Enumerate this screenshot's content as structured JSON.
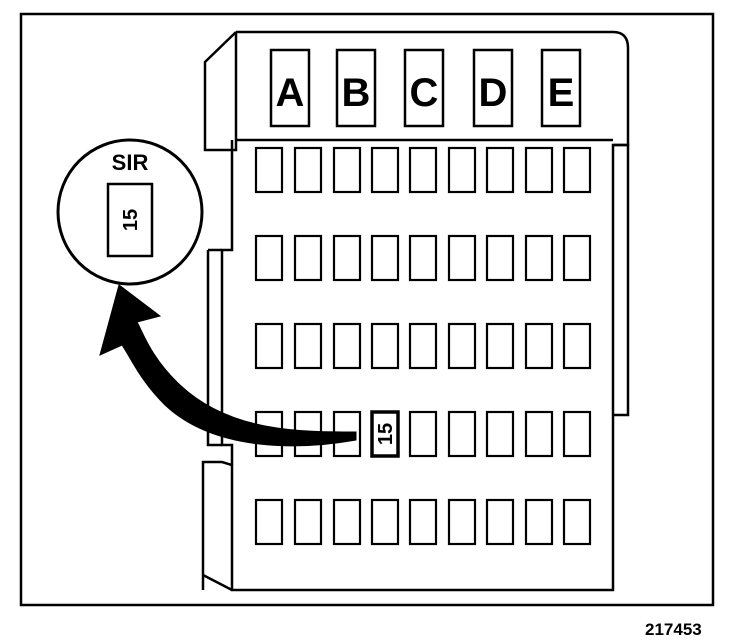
{
  "column_labels": [
    "A",
    "B",
    "C",
    "D",
    "E"
  ],
  "callout": {
    "title": "SIR",
    "fuse_number": "15"
  },
  "highlighted_fuse": {
    "number": "15",
    "row": 4,
    "column": 4
  },
  "figure_number": "217453",
  "colors": {
    "ink": "#000000",
    "paper": "#ffffff"
  }
}
